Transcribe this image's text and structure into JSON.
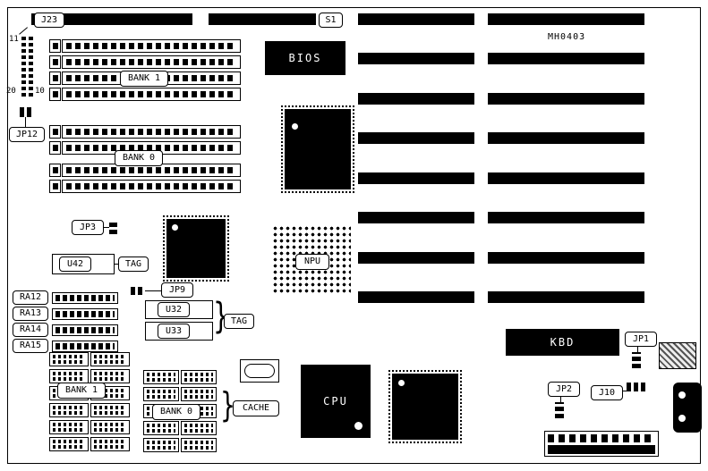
{
  "board": {
    "part_number": "MH0403"
  },
  "glyphs": {
    "brace": "}"
  },
  "top": {
    "j23_label": "J23",
    "s1_label": "S1",
    "pin11": "11",
    "pin20": "20",
    "pin10": "10",
    "jp12_label": "JP12"
  },
  "simm": {
    "bank1": "BANK 1",
    "bank0": "BANK 0"
  },
  "cache_area": {
    "bank1": "BANK 1",
    "bank0": "BANK 0",
    "cache": "CACHE"
  },
  "chips": {
    "bios": "BIOS",
    "cpu": "CPU",
    "npu": "NPU",
    "kbd": "KBD"
  },
  "sram": {
    "u42": "U42",
    "u32": "U32",
    "u33": "U33",
    "tag_top": "TAG",
    "tag_bottom": "TAG"
  },
  "jumpers": {
    "jp3": "JP3",
    "jp9": "JP9",
    "jp1": "JP1",
    "jp2": "JP2",
    "j10": "J10"
  },
  "rpacks": {
    "ra12": "RA12",
    "ra13": "RA13",
    "ra14": "RA14",
    "ra15": "RA15"
  }
}
